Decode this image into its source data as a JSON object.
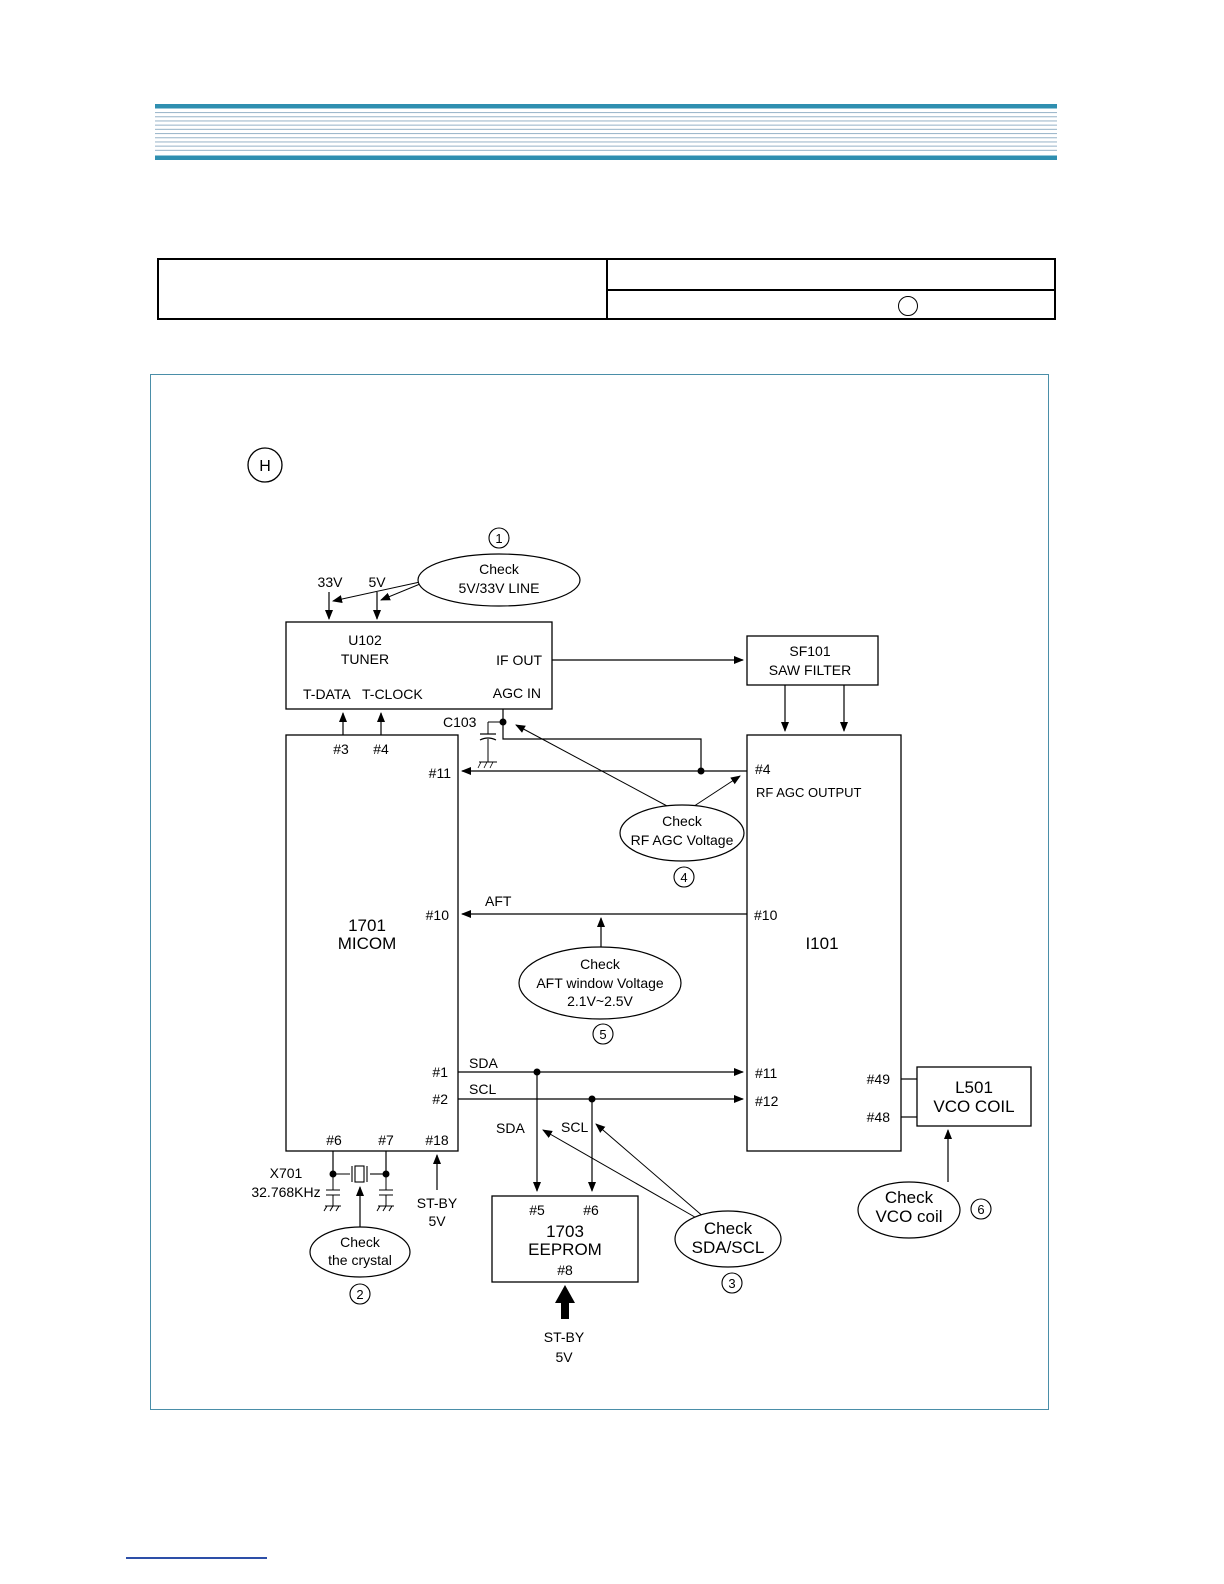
{
  "colors": {
    "header_band": "#2f8fb0",
    "header_stripe": "#9fb9cc",
    "frame_border": "#4a8ea8",
    "footer_rule": "#2d4fa8"
  },
  "section_marker": "H",
  "blocks": {
    "tuner": {
      "ref": "U102",
      "name": "TUNER",
      "if_out": "IF OUT",
      "agc_in": "AGC IN",
      "t_data": "T-DATA",
      "t_clock": "T-CLOCK"
    },
    "saw": {
      "ref": "SF101",
      "name": "SAW FILTER"
    },
    "micom": {
      "ref": "1701",
      "name": "MICOM"
    },
    "i101": {
      "name": "I101",
      "rf_agc_output": "RF AGC OUTPUT"
    },
    "eeprom": {
      "ref": "1703",
      "name": "EEPROM",
      "pin5": "#5",
      "pin6": "#6",
      "pin8": "#8"
    },
    "vco": {
      "ref": "L501",
      "name": "VCO COIL"
    }
  },
  "supplies": {
    "v33": "33V",
    "v5": "5V",
    "stby": "ST-BY",
    "stby_v": "5V"
  },
  "components": {
    "c103": "C103",
    "x701": "X701",
    "x701_freq": "32.768KHz"
  },
  "pins": {
    "micom_3": "#3",
    "micom_4": "#4",
    "micom_11": "#11",
    "micom_10": "#10",
    "micom_1": "#1",
    "micom_2": "#2",
    "micom_6": "#6",
    "micom_7": "#7",
    "micom_18": "#18",
    "i101_4": "#4",
    "i101_10": "#10",
    "i101_11": "#11",
    "i101_12": "#12",
    "i101_49": "#49",
    "i101_48": "#48"
  },
  "signals": {
    "aft": "AFT",
    "sda": "SDA",
    "scl": "SCL"
  },
  "checks": [
    {
      "number": "1",
      "lines": [
        "Check",
        "5V/33V LINE"
      ]
    },
    {
      "number": "2",
      "lines": [
        "Check",
        "the crystal"
      ]
    },
    {
      "number": "3",
      "lines": [
        "Check",
        "SDA/SCL"
      ]
    },
    {
      "number": "4",
      "lines": [
        "Check",
        "RF AGC Voltage"
      ]
    },
    {
      "number": "5",
      "lines": [
        "Check",
        "AFT window Voltage",
        "2.1V~2.5V"
      ]
    },
    {
      "number": "6",
      "lines": [
        "Check",
        "VCO coil"
      ]
    }
  ]
}
